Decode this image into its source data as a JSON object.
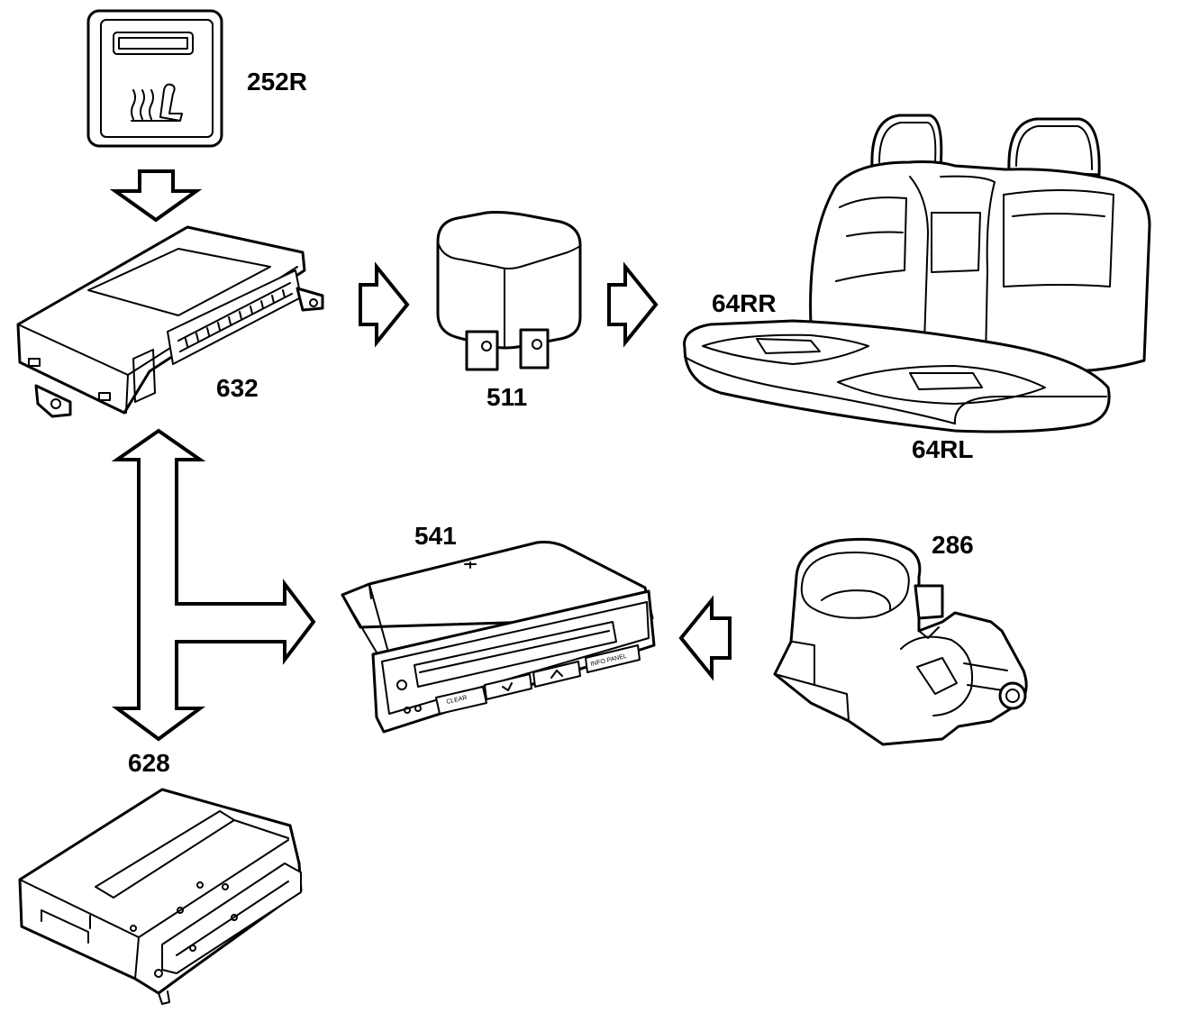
{
  "components": {
    "seat_heater_switch": {
      "label": "252R"
    },
    "seat_heater_module": {
      "label": "632"
    },
    "relay": {
      "label": "511"
    },
    "seat_heater_rear_right": {
      "label": "64RR"
    },
    "seat_heater_rear_left": {
      "label": "64RL"
    },
    "display_panel": {
      "label": "541",
      "buttons": [
        "CLEAR",
        "INFO PANEL"
      ]
    },
    "ignition_switch": {
      "label": "286"
    },
    "control_module": {
      "label": "628"
    }
  },
  "colors": {
    "line": "#000000",
    "background": "#ffffff"
  }
}
